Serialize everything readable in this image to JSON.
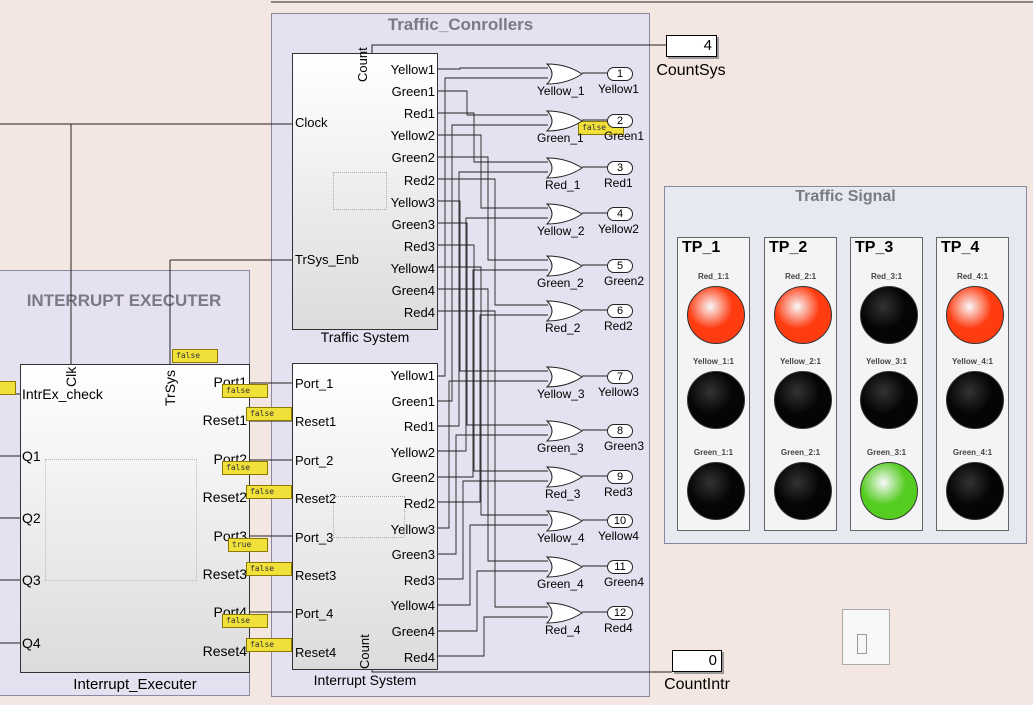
{
  "areas": {
    "traffic_controllers": "Traffic_Conrollers",
    "interrupt_executer": "INTERRUPT EXECUTER",
    "traffic_signal": "Traffic Signal"
  },
  "blocks": {
    "traffic_system": {
      "caption": "Traffic System",
      "inputs": [
        "Clock",
        "TrSys_Enb"
      ],
      "outputs": [
        "Yellow1",
        "Green1",
        "Red1",
        "Yellow2",
        "Green2",
        "Red2",
        "Yellow3",
        "Green3",
        "Red3",
        "Yellow4",
        "Green4",
        "Red4"
      ],
      "count_port": "Count"
    },
    "interrupt_system": {
      "caption": "Interrupt System",
      "inputs": [
        "Port_1",
        "Reset1",
        "Port_2",
        "Reset2",
        "Port_3",
        "Reset3",
        "Port_4",
        "Reset4"
      ],
      "outputs": [
        "Yellow1",
        "Green1",
        "Red1",
        "Yellow2",
        "Green2",
        "Red2",
        "Yellow3",
        "Green3",
        "Red3",
        "Yellow4",
        "Green4",
        "Red4"
      ],
      "count_port": "Count"
    },
    "interrupt_executer": {
      "caption": "Interrupt_Executer",
      "inputs": [
        "IntrEx_check",
        "Q1",
        "Q2",
        "Q3",
        "Q4"
      ],
      "outputs": [
        "Port1",
        "Reset1",
        "Port2",
        "Reset2",
        "Port3",
        "Reset3",
        "Port4",
        "Reset4"
      ],
      "clk_port": "Clk",
      "trsys_port": "TrSys"
    }
  },
  "or_gates": [
    "Yellow_1",
    "Green_1",
    "Red_1",
    "Yellow_2",
    "Green_2",
    "Red_2",
    "Yellow_3",
    "Green_3",
    "Red_3",
    "Yellow_4",
    "Green_4",
    "Red_4"
  ],
  "outports": [
    {
      "num": "1",
      "label": "Yellow1"
    },
    {
      "num": "2",
      "label": "Green1"
    },
    {
      "num": "3",
      "label": "Red1"
    },
    {
      "num": "4",
      "label": "Yellow2"
    },
    {
      "num": "5",
      "label": "Green2"
    },
    {
      "num": "6",
      "label": "Red2"
    },
    {
      "num": "7",
      "label": "Yellow3"
    },
    {
      "num": "8",
      "label": "Green3"
    },
    {
      "num": "9",
      "label": "Red3"
    },
    {
      "num": "10",
      "label": "Yellow4"
    },
    {
      "num": "11",
      "label": "Green4"
    },
    {
      "num": "12",
      "label": "Red4"
    }
  ],
  "displays": {
    "count_sys": {
      "value": "4",
      "label": "CountSys"
    },
    "count_intr": {
      "value": "0",
      "label": "CountIntr"
    }
  },
  "signal_values": {
    "trsys": "false",
    "port1": "false",
    "reset1": "false",
    "port2": "false",
    "reset2": "false",
    "port3": "true",
    "reset3": "false",
    "port4": "false",
    "reset4": "false",
    "green1": "false"
  },
  "traffic_panels": [
    {
      "title": "TP_1",
      "red_label": "Red_1:1",
      "yellow_label": "Yellow_1:1",
      "green_label": "Green_1:1",
      "active": "red"
    },
    {
      "title": "TP_2",
      "red_label": "Red_2:1",
      "yellow_label": "Yellow_2:1",
      "green_label": "Green_2:1",
      "active": "red"
    },
    {
      "title": "TP_3",
      "red_label": "Red_3:1",
      "yellow_label": "Yellow_3:1",
      "green_label": "Green_3:1",
      "active": "green"
    },
    {
      "title": "TP_4",
      "red_label": "Red_4:1",
      "yellow_label": "Yellow_4:1",
      "green_label": "Green_4:1",
      "active": "red"
    }
  ],
  "colors": {
    "canvas": "#f4e6e1",
    "area_fill": "#e6e1f0",
    "red_on": "#ff3b10",
    "green_on": "#55cc22",
    "lamp_off": "#050505",
    "signal_badge": "#f1e03a"
  }
}
